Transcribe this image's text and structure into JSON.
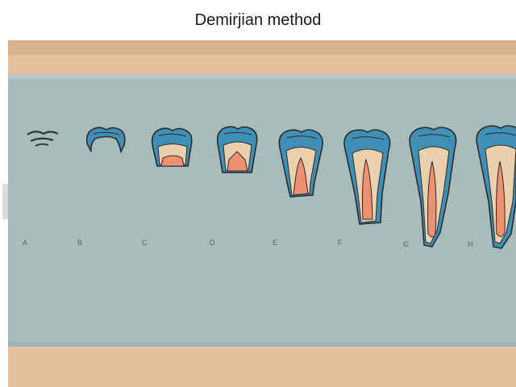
{
  "title": "Demirjian method",
  "stages": [
    {
      "label": "A"
    },
    {
      "label": "B"
    },
    {
      "label": "C"
    },
    {
      "label": "D"
    },
    {
      "label": "E"
    },
    {
      "label": "F"
    },
    {
      "label": "G"
    },
    {
      "label": "H"
    }
  ],
  "colors": {
    "board_frame": "#e6bf9b",
    "board_panel": "#a9bcbc",
    "enamel": "#3f8fb7",
    "dentin": "#ead0ad",
    "pulp": "#ee9072",
    "outline": "#2b2b2b"
  }
}
